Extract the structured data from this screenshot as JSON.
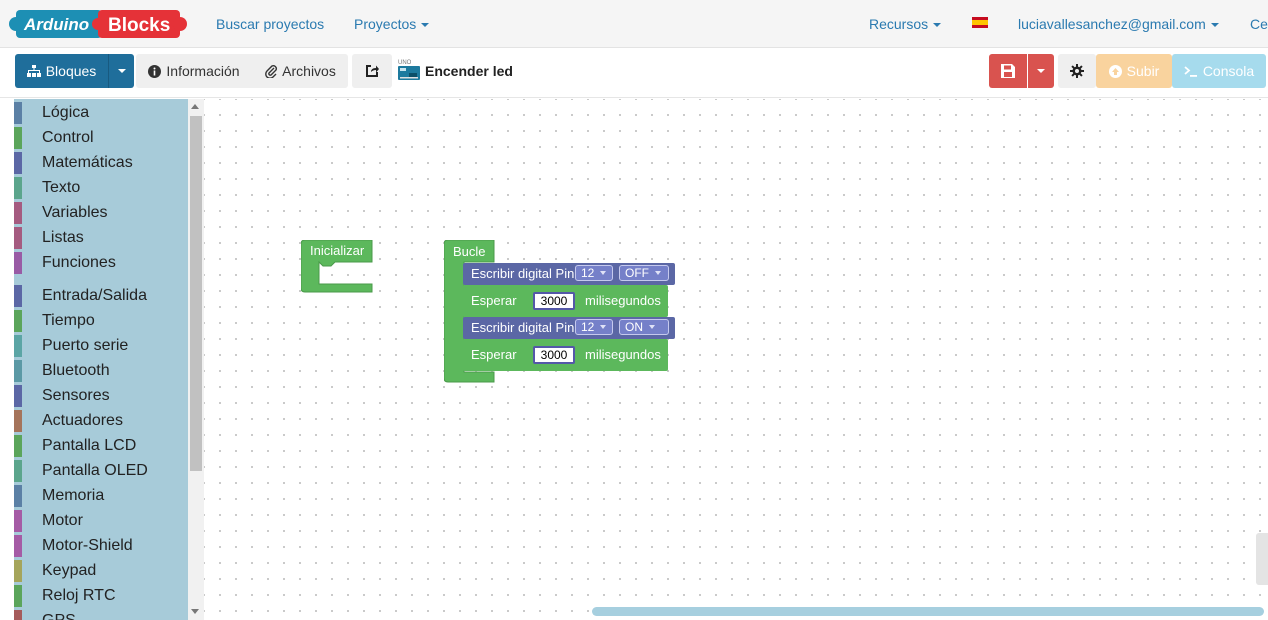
{
  "brand": {
    "part1": "Arduino",
    "part2": "Blocks"
  },
  "nav": {
    "search": "Buscar proyectos",
    "projects": "Proyectos",
    "resources": "Recursos",
    "user": "luciavallesanchez@gmail.com",
    "cut_item": "Ce"
  },
  "toolbar": {
    "blocks": "Bloques",
    "info": "Información",
    "files": "Archivos",
    "board_label": "UNO",
    "project_name": "Encender led",
    "upload": "Subir",
    "console": "Consola"
  },
  "categories": [
    {
      "label": "Lógica",
      "color": "#5b80a5"
    },
    {
      "label": "Control",
      "color": "#5ba55b"
    },
    {
      "label": "Matemáticas",
      "color": "#5b67a5"
    },
    {
      "label": "Texto",
      "color": "#5ba58c"
    },
    {
      "label": "Variables",
      "color": "#a55b80"
    },
    {
      "label": "Listas",
      "color": "#a55b80"
    },
    {
      "label": "Funciones",
      "color": "#995ba5"
    },
    {
      "label": "Entrada/Salida",
      "color": "#5b67a5"
    },
    {
      "label": "Tiempo",
      "color": "#5ba55b"
    },
    {
      "label": "Puerto serie",
      "color": "#5ba5a5"
    },
    {
      "label": "Bluetooth",
      "color": "#5b99a5"
    },
    {
      "label": "Sensores",
      "color": "#5b67a5"
    },
    {
      "label": "Actuadores",
      "color": "#a5745b"
    },
    {
      "label": "Pantalla LCD",
      "color": "#5ba55b"
    },
    {
      "label": "Pantalla OLED",
      "color": "#5ba58c"
    },
    {
      "label": "Memoria",
      "color": "#5b80a5"
    },
    {
      "label": "Motor",
      "color": "#a55ba5"
    },
    {
      "label": "Motor-Shield",
      "color": "#a55ba5"
    },
    {
      "label": "Keypad",
      "color": "#a5a55b"
    },
    {
      "label": "Reloj RTC",
      "color": "#5ba55b"
    },
    {
      "label": "GPS",
      "color": "#a55b5b"
    }
  ],
  "blocks": {
    "init": "Inicializar",
    "loop": "Bucle",
    "write_pin": "Escribir digital Pin",
    "wait": "Esperar",
    "ms": "milisegundos",
    "statements": [
      {
        "pin": "12",
        "state": "OFF",
        "ms": "3000"
      },
      {
        "pin": "12",
        "state": "ON",
        "ms": "3000"
      }
    ]
  },
  "colors": {
    "primary": "#1f6e9b",
    "nav_link": "#2a7ab0",
    "block_green": "#5cb85c",
    "block_blue": "#5b67a5",
    "danger": "#d9534f",
    "sidebar": "#a7cbd9"
  }
}
